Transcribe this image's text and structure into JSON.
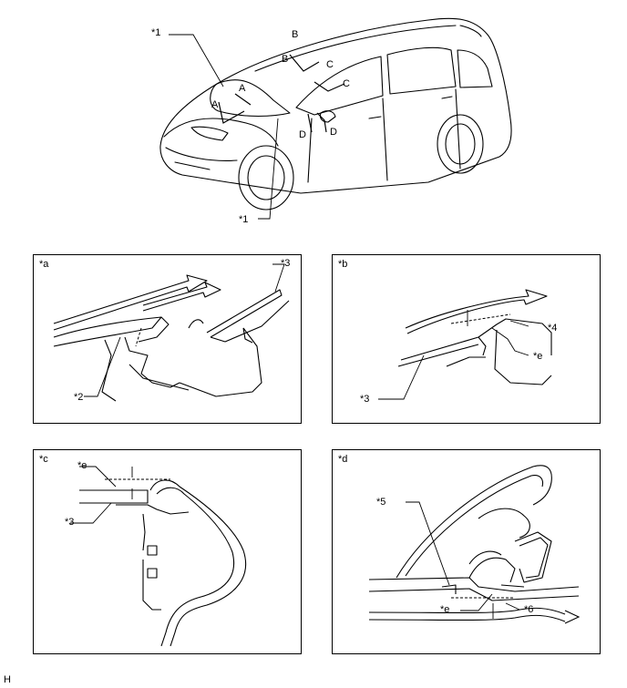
{
  "overview": {
    "callouts": [
      "*1",
      "*1"
    ],
    "section_marks": [
      "A",
      "A",
      "B",
      "B",
      "C",
      "C",
      "D",
      "D"
    ]
  },
  "panels": [
    {
      "tag": "*a",
      "callouts": [
        "*3",
        "*2"
      ]
    },
    {
      "tag": "*b",
      "callouts": [
        "*4",
        "*e",
        "*3"
      ]
    },
    {
      "tag": "*c",
      "callouts": [
        "*e",
        "*3"
      ]
    },
    {
      "tag": "*d",
      "callouts": [
        "*5",
        "*e",
        "*6"
      ]
    }
  ],
  "footer_code": "H"
}
